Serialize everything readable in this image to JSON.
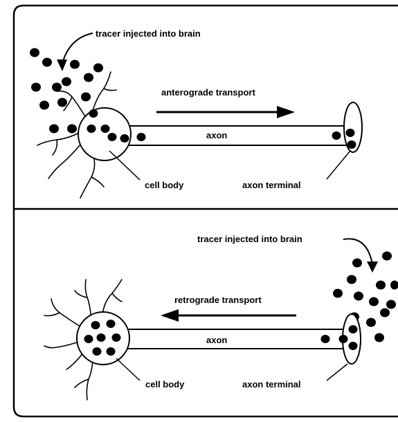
{
  "panel_top": {
    "tracer_label": "tracer injected into brain",
    "transport_label": "anterograde transport",
    "axon_label": "axon",
    "cell_body_label": "cell body",
    "axon_terminal_label": "axon terminal"
  },
  "panel_bottom": {
    "tracer_label": "tracer injected into brain",
    "transport_label": "retrograde transport",
    "axon_label": "axon",
    "cell_body_label": "cell body",
    "axon_terminal_label": "axon terminal"
  },
  "colors": {
    "ink": "#000000",
    "background": "#ffffff"
  }
}
